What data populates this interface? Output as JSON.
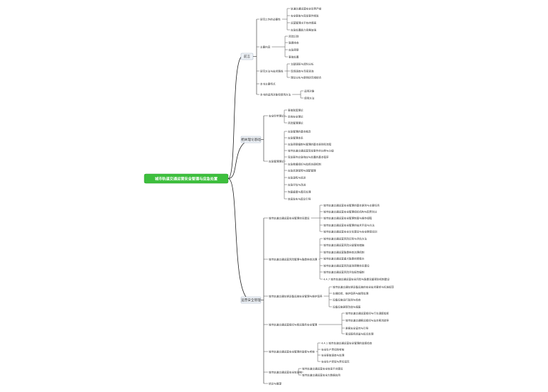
{
  "root": {
    "label": "城市轨道交通运营安全管理与应急处置"
  },
  "branches": [
    {
      "label": "前言",
      "children": [
        {
          "label": "研究工作的必要性",
          "children": [
            {
              "label": "轨道交通运营安全形势严峻"
            },
            {
              "label": "安全事故与突发事件频发"
            },
            {
              "label": "运营管理水平有待提高"
            },
            {
              "label": "应急处置能力亟需加强"
            }
          ]
        },
        {
          "label": "主要内容",
          "children": [
            {
              "label": "风险识别"
            },
            {
              "label": "隐患排查"
            },
            {
              "label": "应急预案"
            },
            {
              "label": "事故处置"
            }
          ]
        },
        {
          "label": "研究方法与技术路线",
          "children": [
            {
              "label": "文献调研与资料分析"
            },
            {
              "label": "现场调查与专家咨询"
            },
            {
              "label": "理论分析与案例研究相结合"
            }
          ]
        },
        {
          "label": "本书主要特点"
        },
        {
          "label": "本书的适用对象和使用方法",
          "children": [
            {
              "label": "适用对象"
            },
            {
              "label": "使用方法"
            }
          ]
        }
      ]
    },
    {
      "label": "相关理论基础",
      "children": [
        {
          "label": "安全科学理论",
          "children": [
            {
              "label": "事故致因理论"
            },
            {
              "label": "系统安全理论"
            },
            {
              "label": "风险管理理论"
            }
          ]
        },
        {
          "label": "应急管理理论",
          "children": [
            {
              "label": "应急管理的基本概念"
            },
            {
              "label": "应急管理体系"
            },
            {
              "label": "应急预案编制与管理的基本原则和流程"
            },
            {
              "label": "城市轨道交通运营突发事件的分类与分级"
            },
            {
              "label": "突发事件应急响应与处置的基本程序"
            },
            {
              "label": "应急救援组织与指挥协调机制"
            },
            {
              "label": "应急资源保障与调配管理"
            },
            {
              "label": "应急演练与培训"
            },
            {
              "label": "应急评估与改进"
            },
            {
              "label": "恢复重建与善后处理"
            },
            {
              "label": "信息发布与舆论引导"
            }
          ]
        }
      ]
    },
    {
      "label": "运营安全管理",
      "children": [
        {
          "label": "城市轨道交通运营安全管理体系建设",
          "children": [
            {
              "label": "城市轨道交通运营安全管理的基本原则与主要任务"
            },
            {
              "label": "城市轨道交通运营安全管理组织机构与职责划分"
            },
            {
              "label": "城市轨道交通运营安全管理制度与操作规程"
            },
            {
              "label": "城市轨道交通运营安全管理的技术手段与方法"
            },
            {
              "label": "城市轨道交通运营安全文化建设与安全教育培训"
            }
          ]
        },
        {
          "label": "城市轨道交通运营风险管理与隐患排查治理",
          "children": [
            {
              "label": "城市轨道交通运营风险识别与评估方法"
            },
            {
              "label": "城市轨道交通运营风险分级管控措施"
            },
            {
              "label": "城市轨道交通运营隐患排查治理机制"
            },
            {
              "label": "城市轨道交通运营重大隐患挂牌督办"
            },
            {
              "label": "城市轨道交通运营风险监测预警体系建设"
            },
            {
              "label": "城市轨道交通运营风险评估报告编制"
            },
            {
              "label": "4.4.7 城市轨道交通运营安全风险与隐患双重预防机制建设"
            }
          ]
        },
        {
          "label": "城市轨道交通车辆设备设施安全管理与维护保养",
          "children": [
            {
              "label": "城市轨道交通车辆设备设施的安全技术要求与标准规范"
            },
            {
              "label": "车辆检修、维护保养与故障处理"
            },
            {
              "label": "设备设施运行监测与检查"
            },
            {
              "label": "设备设施更新改造与报废"
            }
          ]
        },
        {
          "label": "城市轨道交通运营组织与客运服务安全管理",
          "children": [
            {
              "label": "城市轨道交通运营组织与行车调度指挥"
            },
            {
              "label": "城市轨道交通客运组织与站台客流疏导"
            },
            {
              "label": "乘客安全宣传与引导"
            },
            {
              "label": "客运服务质量与投诉处理"
            }
          ]
        },
        {
          "label": "城市轨道交通运营安全管理的监督与考核",
          "children": [
            {
              "label": "4.4.1 城市轨道交通运营安全管理的监督检查"
            },
            {
              "label": "安全生产责任制考核"
            },
            {
              "label": "安全事故调查与处理"
            },
            {
              "label": "安全生产奖惩与责任追究"
            }
          ]
        },
        {
          "label": "城市轨道交通运营安全信息化",
          "children": [
            {
              "label": "城市轨道交通运营安全信息平台建设"
            },
            {
              "label": "城市轨道交通运营安全大数据应用"
            }
          ]
        },
        {
          "label": "结论与展望"
        }
      ]
    }
  ]
}
